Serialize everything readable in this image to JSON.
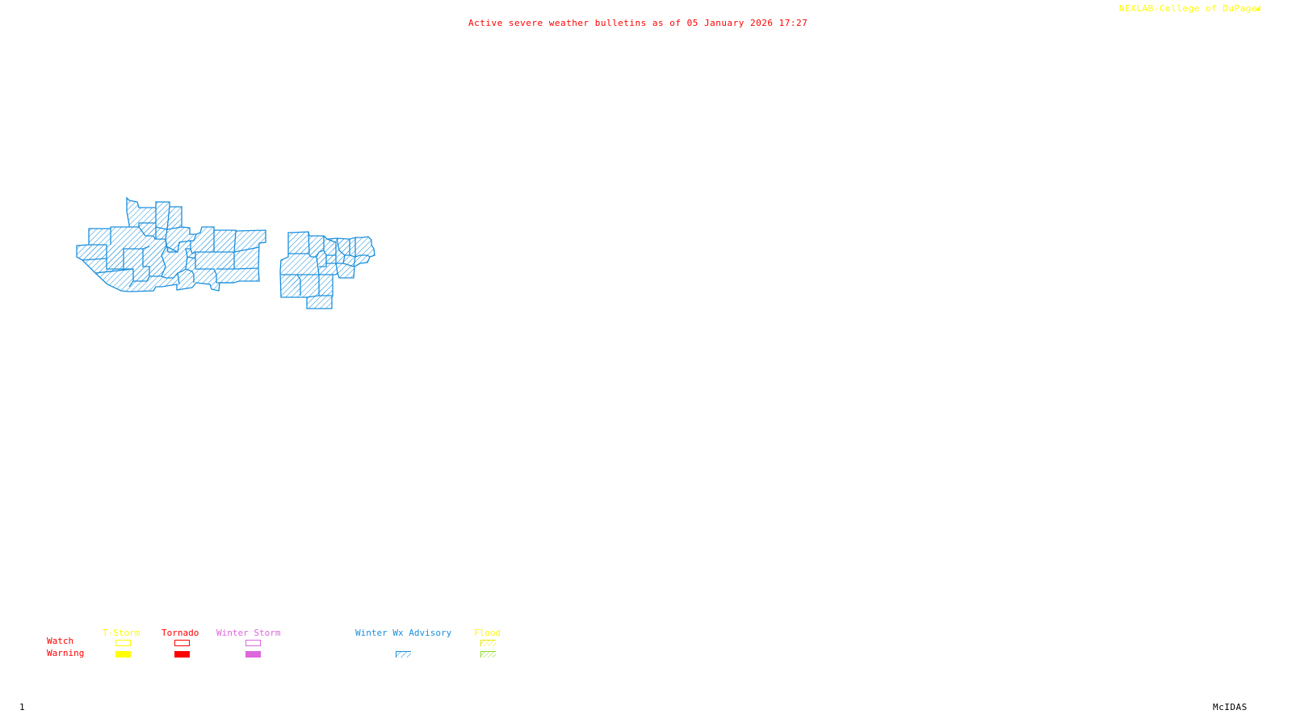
{
  "header": {
    "title": "Active severe weather bulletins as of 05 January 2026 17:27",
    "credit": "NEXLAB-College of DuPage"
  },
  "map": {
    "active_layers": [
      {
        "type": "Winter Wx Advisory",
        "kind": "Warning",
        "regions": [
          "western-county-group",
          "eastern-county-group"
        ]
      }
    ]
  },
  "legend": {
    "row_labels": {
      "watch": "Watch",
      "warning": "Warning"
    },
    "columns": [
      {
        "label": "T-Storm",
        "color": "#ffff00",
        "watch": "outline",
        "warning": "solid"
      },
      {
        "label": "Tornado",
        "color": "#ff0000",
        "watch": "outline",
        "warning": "solid"
      },
      {
        "label": "Winter Storm",
        "color": "#dd66dd",
        "watch": "outline",
        "warning": "solid"
      },
      {
        "label": "Winter Wx Advisory",
        "color": "#1a8fdc",
        "watch": "none",
        "warning": "hatched"
      },
      {
        "label": "Flood",
        "color": "#ffff00",
        "watch": "hatched",
        "warning": "hatched-green",
        "warning_color": "#88dd22"
      }
    ]
  },
  "footer": {
    "frame_number": "1",
    "software": "McIDAS"
  },
  "colors": {
    "title": "#ff0000",
    "credit": "#ffff00",
    "advisory": "#1a8fdc"
  }
}
